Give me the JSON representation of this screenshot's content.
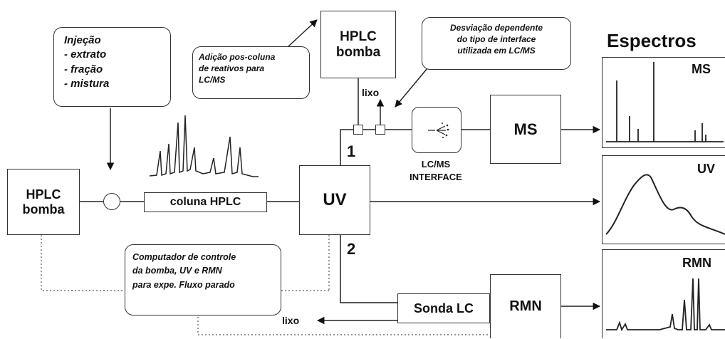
{
  "diagram": {
    "title": "Espectros",
    "injection_note": {
      "title": "Injeção",
      "items": [
        "- extrato",
        "- fração",
        "- mistura"
      ]
    },
    "pump_left": {
      "line1": "HPLC",
      "line2": "bomba"
    },
    "pump_top": {
      "line1": "HPLC",
      "line2": "bomba"
    },
    "column": "coluna HPLC",
    "uv_detector": "UV",
    "lcms_interface": {
      "line1": "LC/MS",
      "line2": "INTERFACE"
    },
    "ms_box": "MS",
    "nmr_box": "RMN",
    "lc_probe": "Sonda LC",
    "waste_top": "lixo",
    "waste_bottom": "lixo",
    "path_1": "1",
    "path_2": "2",
    "postcolumn_note": [
      "Adição pos-coluna",
      "de reativos para",
      "LC/MS"
    ],
    "deviation_note": [
      "Desviação dependente",
      "do tipo de interface",
      "utilizada em LC/MS"
    ],
    "computer_note": [
      "Computador de controle",
      "da bomba, UV e RMN",
      "para expe. Fluxo parado"
    ],
    "spectra": [
      {
        "label": "MS"
      },
      {
        "label": "UV"
      },
      {
        "label": "RMN"
      }
    ]
  }
}
